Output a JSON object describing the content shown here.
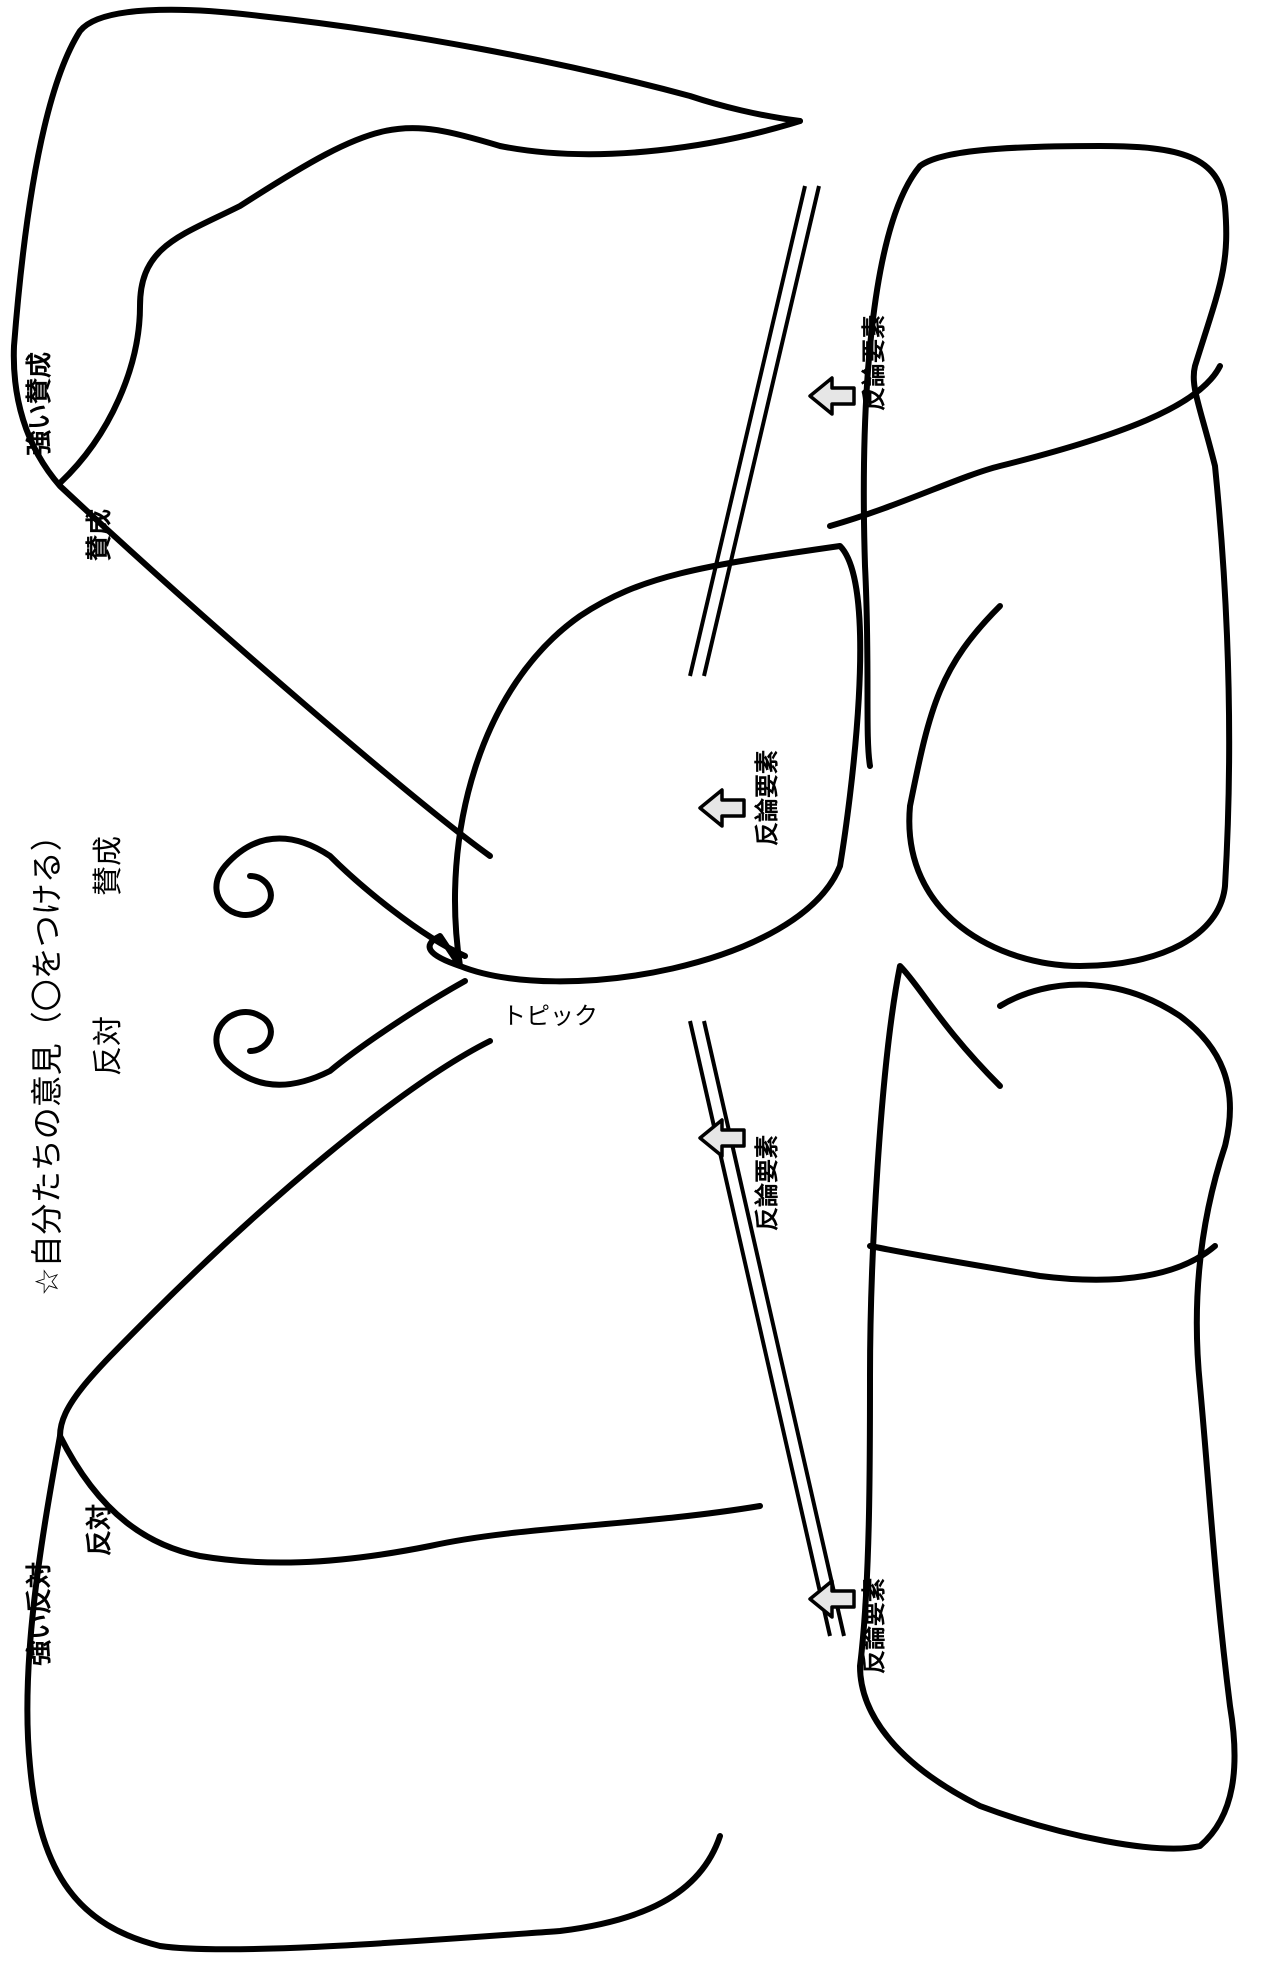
{
  "header": {
    "instruction": "☆自分たちの意見（〇をつける）",
    "choice_oppose": "反対",
    "choice_agree": "賛成"
  },
  "body": {
    "topic_label": "トピック"
  },
  "wings": {
    "upper_left_outer": "強い賛成",
    "upper_left_inner": "賛成",
    "lower_left_inner": "反対",
    "lower_left_outer": "強い反対"
  },
  "counter": {
    "upper_right": "反論要素",
    "upper_center": "反論要素",
    "lower_center": "反論要素",
    "lower_right": "反論要素"
  },
  "colors": {
    "line": "#000000",
    "arrow_fill": "#e6e6e6",
    "background": "#ffffff"
  }
}
